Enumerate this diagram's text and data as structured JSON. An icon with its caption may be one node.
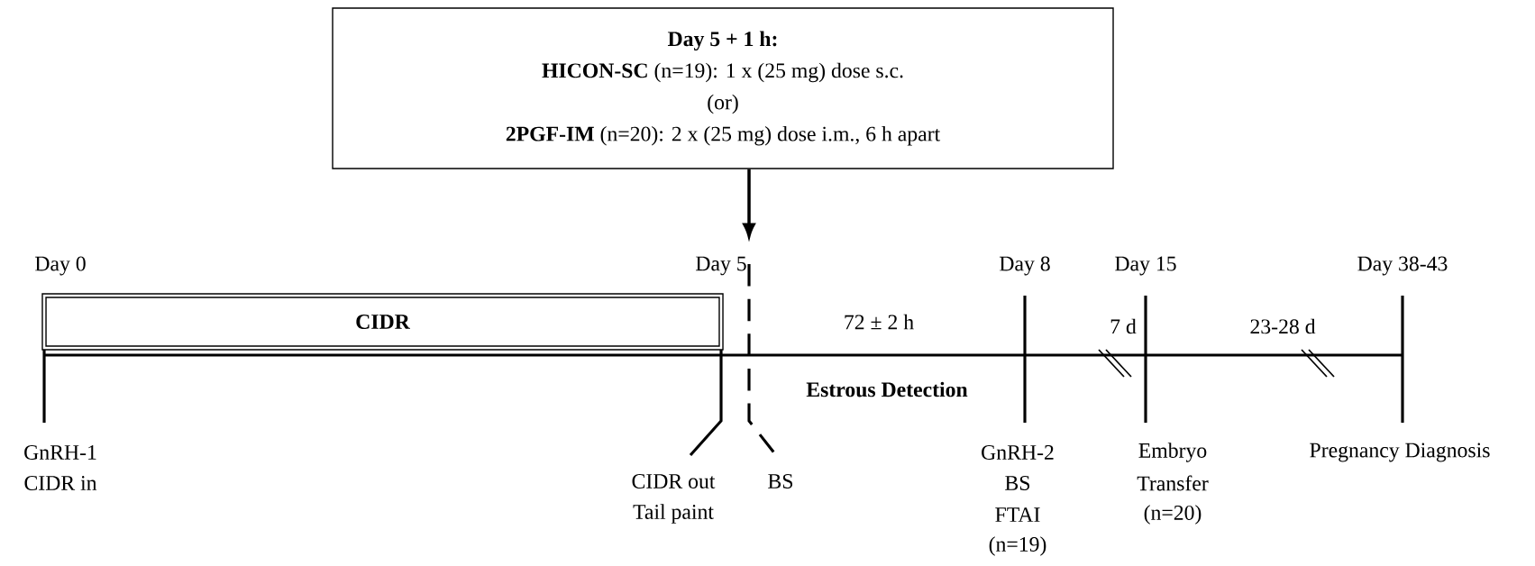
{
  "diagram": {
    "nodes": [
      {
        "text": [
          "Day 5 + 1 h:",
          "**HICON-SC** (n=19): 1 x (25 mg) dose s.c.",
          "(or)",
          "**2PGF-IM** (n=20): 2 x (25 mg) dose i.m., 6 h apart"
        ]
      },
      {
        "text": [
          "CIDR"
        ]
      },
      {
        "text": [],
        "shape": "bar"
      }
    ],
    "edges": [
      {
        "from": 0,
        "to": 2,
        "arrow": "to"
      }
    ],
    "labels": [
      "Day 0",
      "Day 5",
      "Day 8",
      "Day 15",
      "Day 38-43",
      "72 ± 2 h",
      "7 d",
      "23-28 d",
      "Estrous Detection",
      "GnRH-1",
      "CIDR in",
      "CIDR out",
      "Tail paint",
      "BS",
      "GnRH-2",
      "BS",
      "FTAI",
      "(n=19)",
      "Embryo",
      "Transfer",
      "(n=20)",
      "Pregnancy Diagnosis"
    ]
  }
}
